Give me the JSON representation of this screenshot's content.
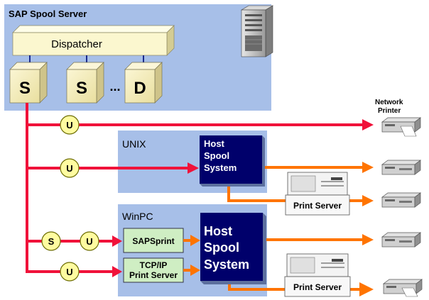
{
  "spool_server": {
    "title": "SAP Spool Server",
    "dispatcher": "Dispatcher",
    "work_processes": [
      "S",
      "S",
      "D"
    ],
    "ellipsis": "..."
  },
  "network_printer": {
    "label_line1": "Network",
    "label_line2": "Printer"
  },
  "unix": {
    "title": "UNIX",
    "host_spool": [
      "Host",
      "Spool",
      "System"
    ],
    "print_server": "Print Server"
  },
  "winpc": {
    "title": "WinPC",
    "sapsprint": "SAPSprint",
    "tcpip": [
      "TCP/IP",
      "Print Server"
    ],
    "host_spool": [
      "Host",
      "Spool",
      "System"
    ],
    "print_server": "Print Server"
  },
  "access_methods": {
    "u": "U",
    "s": "S"
  },
  "colors": {
    "panel": "#a7bfe8",
    "dispatcher": "#fbf7cf",
    "cube": "#f1e9b3",
    "host_spool": "#00006b",
    "green_box": "#cfeec3",
    "red_line": "#f0123a",
    "orange_arrow": "#ff7400",
    "circle": "#fffca0"
  }
}
